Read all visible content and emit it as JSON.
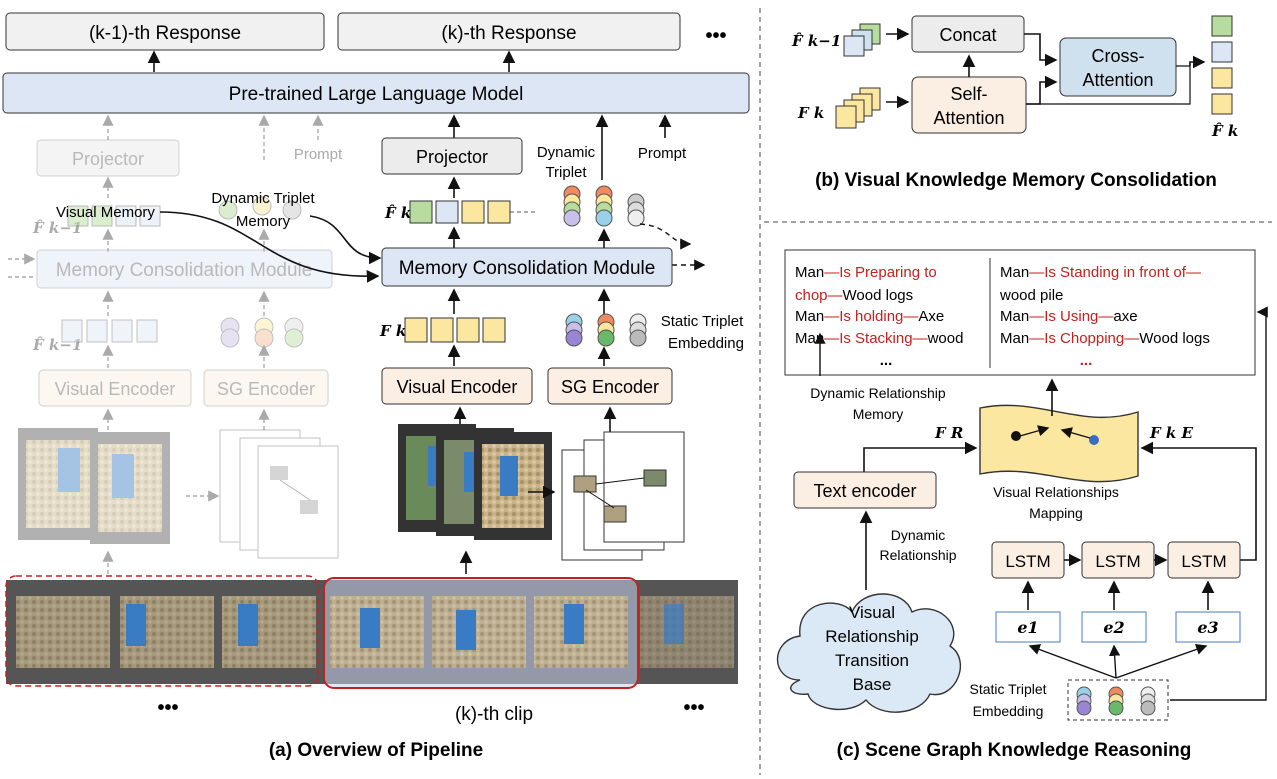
{
  "pipeline": {
    "responses": [
      "(k-1)-th Response",
      "(k)-th Response"
    ],
    "responses_more": "•••",
    "llm": "Pre-trained Large Language Model",
    "projector": "Projector",
    "prompt": "Prompt",
    "dynamic_triplet": "Dynamic Triplet",
    "visual_memory": "Visual Memory",
    "dynamic_triplet_memory": "Dynamic Triplet Memory",
    "memory_consolidation": "Memory Consolidation Module",
    "static_triplet_embedding": "Static Triplet Embedding",
    "visual_encoder": "Visual Encoder",
    "sg_encoder": "SG Encoder",
    "clip_label": "(k)-th clip",
    "dots": "•••",
    "caption": "(a) Overview of Pipeline",
    "feat_prev": "F̂ k−1",
    "feat_hat_k": "F̂ k",
    "feat_k": "F k"
  },
  "consolidation": {
    "concat": "Concat",
    "self_attention": "Self-Attention",
    "cross_attention": "Cross-Attention",
    "caption": "(b) Visual Knowledge Memory Consolidation"
  },
  "reasoning": {
    "memory_left": [
      {
        "subject": "Man",
        "relation": "—Is Preparing to chop—",
        "object": "Wood logs"
      },
      {
        "subject": "Man",
        "relation": "—Is holding—",
        "object": "Axe"
      },
      {
        "subject": "Man",
        "relation": "—Is Stacking—",
        "object": "wood"
      }
    ],
    "memory_right": [
      {
        "subject": "Man",
        "relation": "—Is Standing in front of—",
        "object": "wood pile"
      },
      {
        "subject": "Man",
        "relation": "—Is Using—",
        "object": "axe"
      },
      {
        "subject": "Man",
        "relation": "—Is Chopping—",
        "object": "Wood logs"
      }
    ],
    "ellipsis": "...",
    "dynamic_memory_label": "Dynamic Relationship Memory",
    "text_encoder": "Text encoder",
    "dynamic_relationship": "Dynamic Relationship",
    "mapping_label": "Visual Relationships Mapping",
    "lstm": "LSTM",
    "embeddings": [
      "e1",
      "e2",
      "e3"
    ],
    "transition_base": "Visual Relationship Transition Base",
    "static_triplet_embedding": "Static Triplet Embedding",
    "f_r": "F R",
    "f_e": "F k E",
    "caption": "(c) Scene Graph Knowledge Reasoning"
  },
  "colors": {
    "llm_fill": "#dde6f4",
    "encoder_fill": "#fbeee2",
    "response_fill": "#f1f1f1",
    "cross_fill": "#cfe0ee",
    "relation_red": "#c0231e",
    "clip_border": "#c0231e",
    "clip_fill": "#c6d2ee",
    "feature_yellow": "#fce7a0",
    "feature_green": "#b8dca0",
    "feature_blue": "#dde6f4",
    "cloud_fill": "#dbe9f6"
  }
}
